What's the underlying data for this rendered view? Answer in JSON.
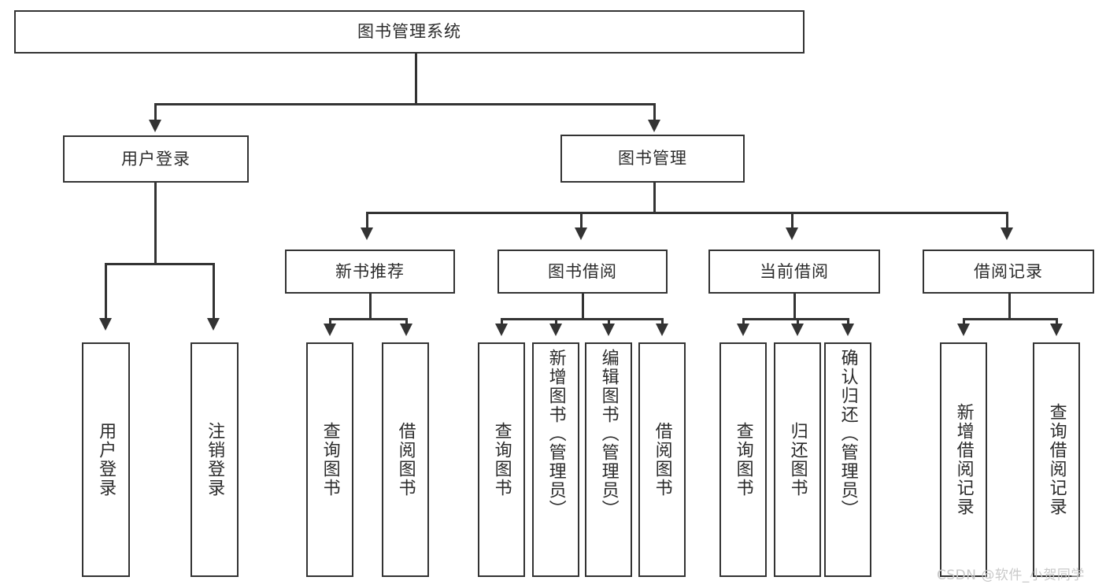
{
  "diagram": {
    "title": "图书管理系统",
    "root": {
      "label": "图书管理系统"
    },
    "level2": [
      {
        "label": "用户登录"
      },
      {
        "label": "图书管理"
      }
    ],
    "level3": [
      {
        "label": "新书推荐"
      },
      {
        "label": "图书借阅"
      },
      {
        "label": "当前借阅"
      },
      {
        "label": "借阅记录"
      }
    ],
    "leaves": {
      "user_login": [
        {
          "label": "用户登录"
        },
        {
          "label": "注销登录"
        }
      ],
      "new_book_recommend": [
        {
          "label": "查询图书"
        },
        {
          "label": "借阅图书"
        }
      ],
      "book_borrow": [
        {
          "label": "查询图书"
        },
        {
          "label": "新增图书（管理员）"
        },
        {
          "label": "编辑图书（管理员）"
        },
        {
          "label": "借阅图书"
        }
      ],
      "current_borrow": [
        {
          "label": "查询图书"
        },
        {
          "label": "归还图书"
        },
        {
          "label": "确认归还（管理员）"
        }
      ],
      "borrow_record": [
        {
          "label": "新增借阅记录"
        },
        {
          "label": "查询借阅记录"
        }
      ]
    }
  },
  "watermark": {
    "text": "CSDN @软件_小贺同学"
  },
  "colors": {
    "stroke": "#333333",
    "text": "#2b2b2b",
    "background": "#ffffff",
    "watermark": "#c9c9c9"
  }
}
